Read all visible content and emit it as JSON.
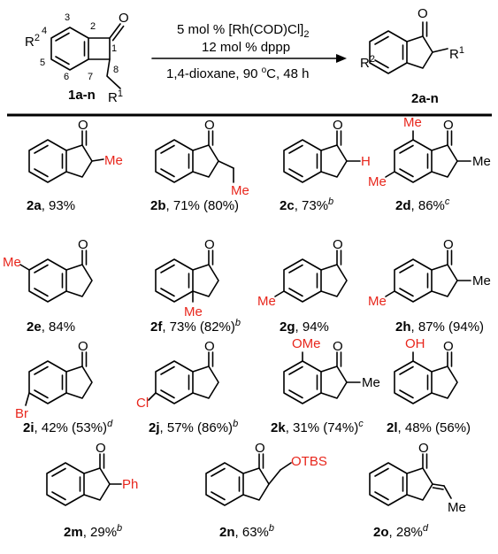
{
  "colors": {
    "ink": "#000000",
    "highlight": "#e8261c"
  },
  "reaction": {
    "reactant": {
      "label": "1a-n",
      "r1": "R",
      "r1_sup": "1",
      "r2": "R",
      "r2_sup": "2",
      "o": "O",
      "numbers": [
        "1",
        "2",
        "3",
        "4",
        "5",
        "6",
        "7",
        "8"
      ]
    },
    "conditions": {
      "catalyst": "5 mol % [Rh(COD)Cl]",
      "catalyst_sub": "2",
      "ligand": "12 mol % dppp",
      "solvent": "1,4-dioxane, 90 ",
      "degree": "o",
      "time": "C, 48 h"
    },
    "product": {
      "label": "2a-n",
      "r1": "R",
      "r1_sup": "1",
      "r2": "R",
      "r2_sup": "2",
      "o": "O"
    }
  },
  "compounds": [
    {
      "id": "2a",
      "yield": ", 93%",
      "note": "",
      "sub": "Me"
    },
    {
      "id": "2b",
      "yield": ", 71% (80%)",
      "note": "",
      "sub": "Me"
    },
    {
      "id": "2c",
      "yield": ", 73%",
      "note": "b",
      "sub": "H"
    },
    {
      "id": "2d",
      "yield": ", 86%",
      "note": "c",
      "sub": "Me",
      "sub2": "Me",
      "sub3": "Me"
    },
    {
      "id": "2e",
      "yield": ", 84%",
      "note": "",
      "sub": "Me"
    },
    {
      "id": "2f",
      "yield": ", 73% (82%)",
      "note": "b",
      "sub": "Me"
    },
    {
      "id": "2g",
      "yield": ", 94%",
      "note": "",
      "sub": "Me"
    },
    {
      "id": "2h",
      "yield": ", 87% (94%)",
      "note": "",
      "sub": "Me",
      "sub2": "Me"
    },
    {
      "id": "2i",
      "yield": ", 42% (53%)",
      "note": "d",
      "sub": "Br"
    },
    {
      "id": "2j",
      "yield": ", 57% (86%)",
      "note": "b",
      "sub": "Cl"
    },
    {
      "id": "2k",
      "yield": ", 31% (74%)",
      "note": "c",
      "sub": "OMe",
      "sub2": "Me"
    },
    {
      "id": "2l",
      "yield": ", 48% (56%)",
      "note": "",
      "sub": "OH"
    },
    {
      "id": "2m",
      "yield": ", 29%",
      "note": "b",
      "sub": "Ph"
    },
    {
      "id": "2n",
      "yield": ", 63%",
      "note": "b",
      "sub": "OTBS"
    },
    {
      "id": "2o",
      "yield": ", 28%",
      "note": "d",
      "sub": "Me"
    }
  ],
  "atom_o": "O"
}
